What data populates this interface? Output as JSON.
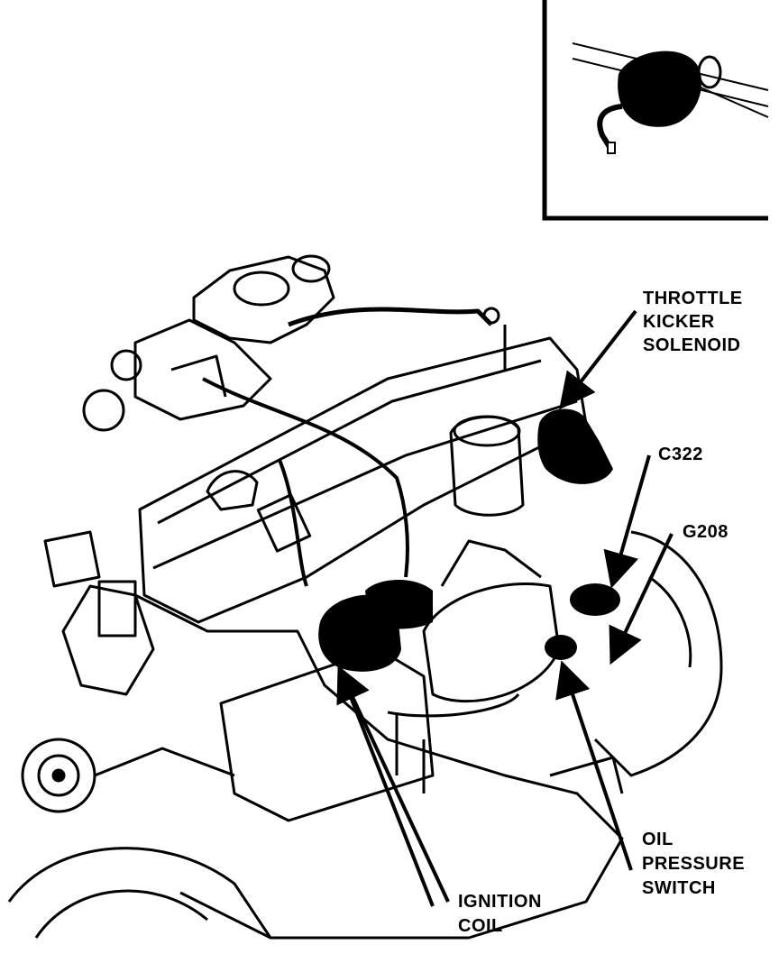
{
  "diagram": {
    "labels": {
      "throttle_kicker_solenoid": [
        "THROTTLE",
        "KICKER",
        "SOLENOID"
      ],
      "c322": "C322",
      "g208": "G208",
      "oil_pressure_switch": [
        "OIL",
        "PRESSURE",
        "SWITCH"
      ],
      "ignition_coil": [
        "IGNITION",
        "COIL"
      ]
    },
    "colors": {
      "ink": "#000000",
      "paper": "#ffffff"
    }
  }
}
